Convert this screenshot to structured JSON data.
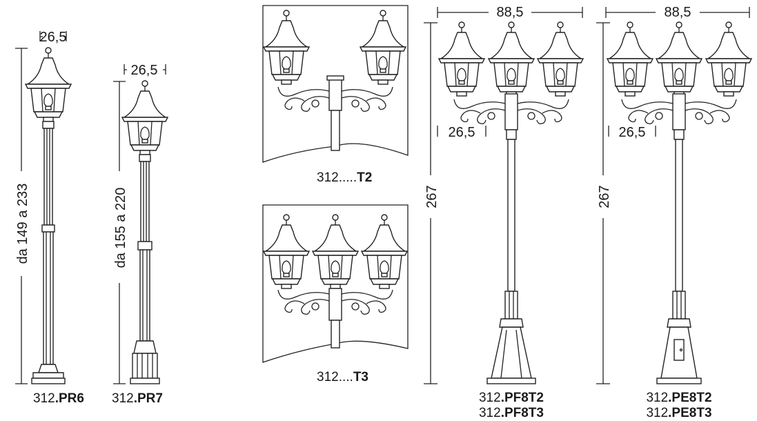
{
  "products": [
    {
      "width_label": "26,5",
      "height_label": "da 149 a 233",
      "code_prefix": "312",
      "code_suffix": ".PR6"
    },
    {
      "width_label": "26,5",
      "height_label": "da 155 a 220",
      "code_prefix": "312",
      "code_suffix": ".PR7"
    },
    {
      "code_prefix": "312.....",
      "code_suffix": "T2"
    },
    {
      "code_prefix": "312....",
      "code_suffix": "T3"
    },
    {
      "width_label": "88,5",
      "lantern_label": "26,5",
      "height_label": "267",
      "codes": [
        {
          "prefix": "312",
          "suffix": ".PF8T2"
        },
        {
          "prefix": "312",
          "suffix": ".PF8T3"
        }
      ]
    },
    {
      "width_label": "88,5",
      "lantern_label": "26,5",
      "height_label": "267",
      "codes": [
        {
          "prefix": "312",
          "suffix": ".PE8T2"
        },
        {
          "prefix": "312",
          "suffix": ".PE8T3"
        }
      ]
    }
  ],
  "icons": {
    "lantern": "lantern-icon",
    "pole": "lamp-post-icon",
    "door": "service-door-icon"
  }
}
